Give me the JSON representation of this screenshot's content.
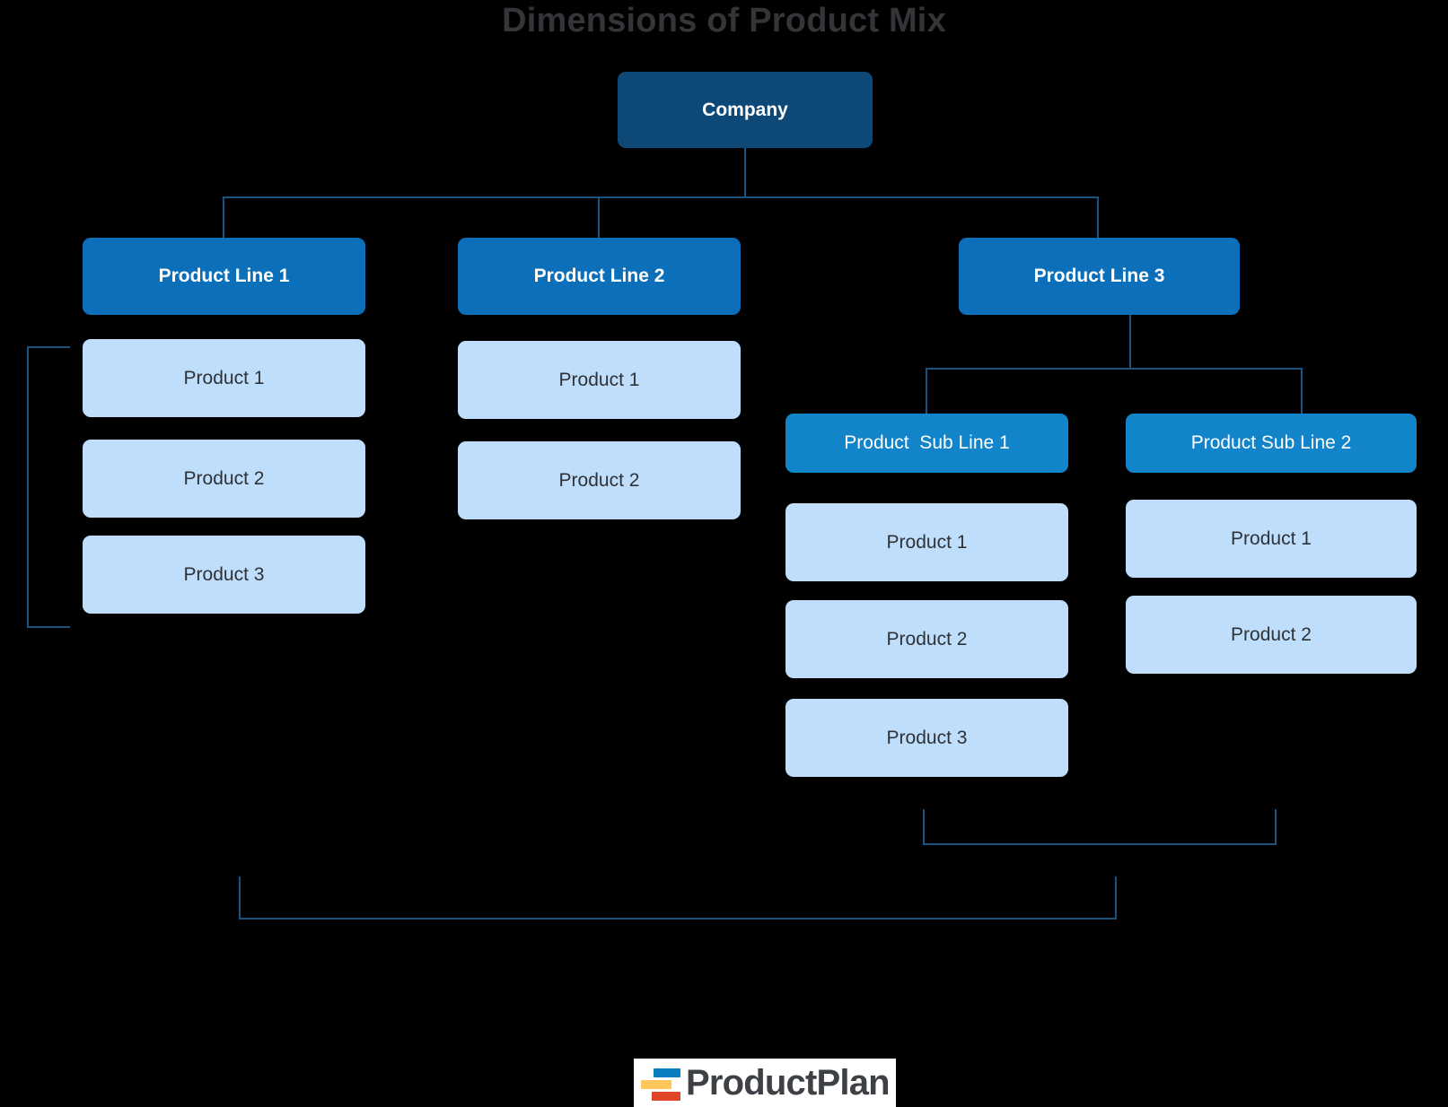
{
  "title": "Dimensions of Product Mix",
  "colors": {
    "background": "#000000",
    "title_text": "#333538",
    "company_box": "#0E4877",
    "line_box": "#0C6FBA",
    "subline_box": "#1184CA",
    "product_box": "#BFDEFB",
    "product_text": "#2F3236",
    "connector": "#1B537F",
    "logo_blue": "#0a7cc0",
    "logo_yellow": "#fdc75b",
    "logo_red": "#de4526"
  },
  "root": {
    "label": "Company"
  },
  "lines": [
    {
      "label": "Product Line 1"
    },
    {
      "label": "Product Line 2"
    },
    {
      "label": "Product Line 3"
    }
  ],
  "sublines": [
    {
      "label": "Product  Sub Line 1"
    },
    {
      "label": "Product Sub Line 2"
    }
  ],
  "products": {
    "line1": [
      {
        "label": "Product 1"
      },
      {
        "label": "Product 2"
      },
      {
        "label": "Product 3"
      }
    ],
    "line2": [
      {
        "label": "Product 1"
      },
      {
        "label": "Product 2"
      }
    ],
    "subline1": [
      {
        "label": "Product 1"
      },
      {
        "label": "Product 2"
      },
      {
        "label": "Product 3"
      }
    ],
    "subline2": [
      {
        "label": "Product 1"
      },
      {
        "label": "Product 2"
      }
    ]
  },
  "footer": {
    "logo_text": "ProductPlan"
  }
}
